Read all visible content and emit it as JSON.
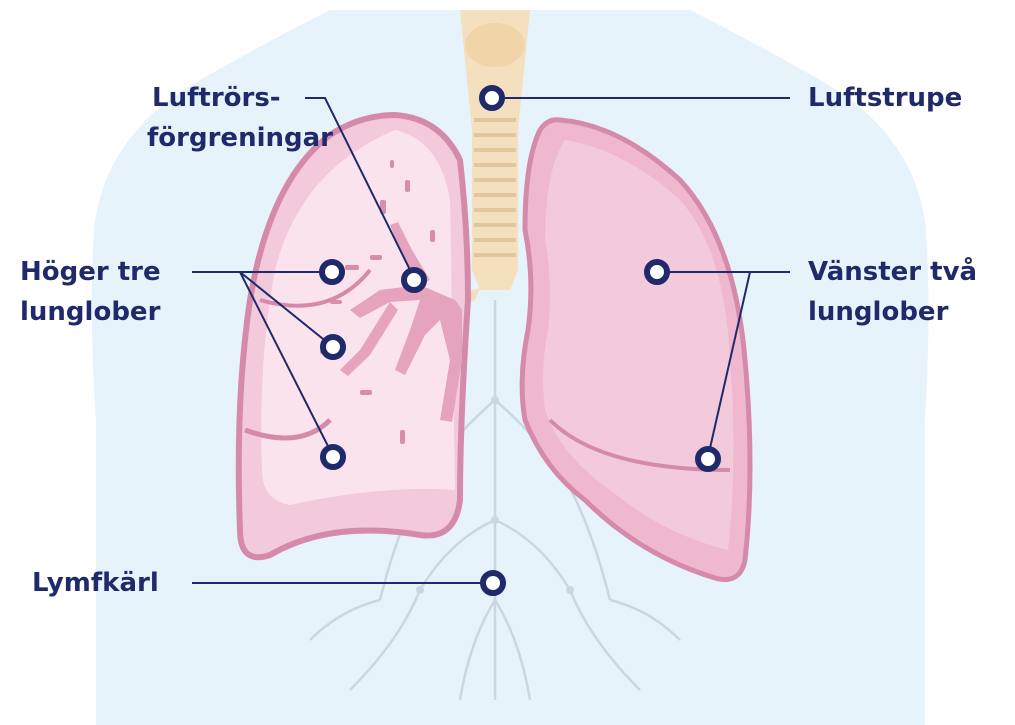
{
  "labels": {
    "bronchi": {
      "line1": "Luftrörs-",
      "line2": "förgreningar"
    },
    "trachea": "Luftstrupe",
    "right_lobes": {
      "line1": "Höger tre",
      "line2": "lunglober"
    },
    "left_lobes": {
      "line1": "Vänster två",
      "line2": "lunglober"
    },
    "lymph": "Lymfkärl"
  },
  "colors": {
    "accent_navy": "#1f2a6b",
    "body_fill": "#e7f3fb",
    "lung_fill": "#f3c9dc",
    "lung_outline": "#d68aaa",
    "trachea_fill": "#f4dfbf",
    "vessel_line": "#c9d7e3"
  }
}
